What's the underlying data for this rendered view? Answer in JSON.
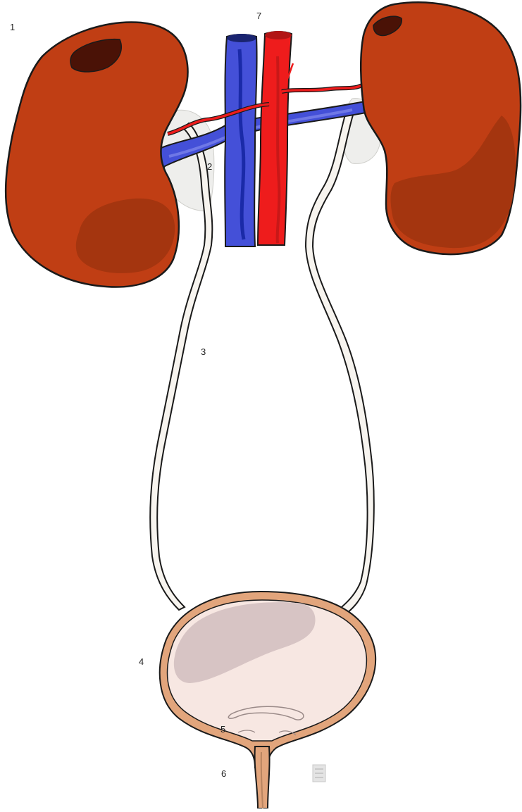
{
  "labels": {
    "kidney": "1",
    "renal_vein": "2",
    "ureter": "3",
    "bladder": "4",
    "trigone": "5",
    "urethra": "6",
    "great_vessels": "7"
  },
  "colors": {
    "kidney": "#c03e14",
    "kidney_shade": "#a4350f",
    "kidney_hilum": "#4a1206",
    "vena_cava": "#4450d8",
    "vena_cava_dark": "#1a2aa8",
    "aorta": "#ee1c1c",
    "aorta_dark": "#b21414",
    "ureter": "#f7f4ef",
    "bladder_wall": "#e2a57c",
    "bladder_lumen": "#f7e7e2",
    "bladder_shade": "#d7c4c4",
    "outline": "#1a1a1a"
  },
  "icons": {
    "watermark": "watermark-icon"
  }
}
